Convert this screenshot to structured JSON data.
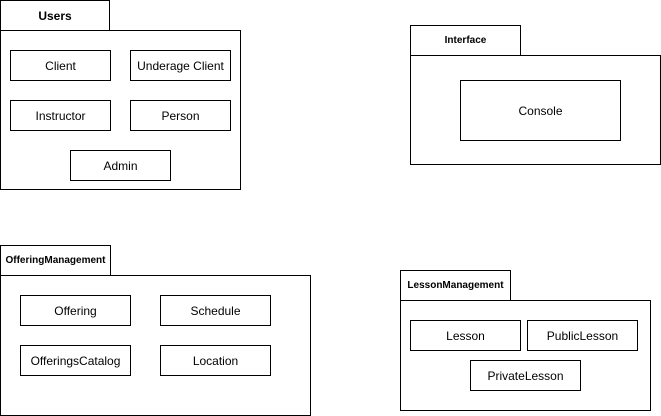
{
  "packages": {
    "users": {
      "name": "Users",
      "classes": [
        "Client",
        "Underage Client",
        "Instructor",
        "Person",
        "Admin"
      ]
    },
    "interface": {
      "name": "Interface",
      "classes": [
        "Console"
      ]
    },
    "offering_management": {
      "name": "OfferingManagement",
      "classes": [
        "Offering",
        "Schedule",
        "OfferingsCatalog",
        "Location"
      ]
    },
    "lesson_management": {
      "name": "LessonManagement",
      "classes": [
        "Lesson",
        "PublicLesson",
        "PrivateLesson"
      ]
    }
  }
}
